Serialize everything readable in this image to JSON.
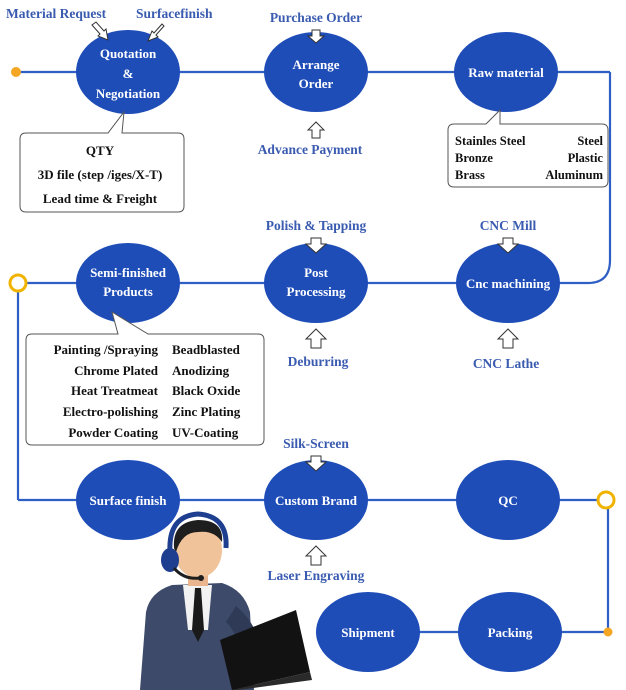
{
  "colors": {
    "node": "#1f4db8",
    "line": "#2f5fc4",
    "label_blue": "#3a5bb0",
    "dot_orange": "#f5a623",
    "ring_yellow": "#f0b400",
    "box_border": "#555555"
  },
  "nodes": {
    "quotation": [
      "Quotation",
      "&",
      "Negotiation"
    ],
    "arrange_order": [
      "Arrange",
      "Order"
    ],
    "raw_material": [
      "Raw material"
    ],
    "cnc_machining": [
      "Cnc machining"
    ],
    "post_processing": [
      "Post",
      "Processing"
    ],
    "semi_finished": [
      "Semi-finished",
      "Products"
    ],
    "surface_finish": [
      "Surface finish"
    ],
    "custom_brand": [
      "Custom  Brand"
    ],
    "qc": [
      "QC"
    ],
    "packing": [
      "Packing"
    ],
    "shipment": [
      "Shipment"
    ]
  },
  "inputs": {
    "material_request": "Material Request",
    "surfacefinish": "Surfacefinish",
    "purchase_order": "Purchase Order",
    "advance_payment": "Advance  Payment",
    "polish_tapping": "Polish & Tapping",
    "deburring": "Deburring",
    "cnc_mill": "CNC  Mill",
    "cnc_lathe": "CNC  Lathe",
    "silk_screen": "Silk-Screen",
    "laser_engraving": "Laser Engraving"
  },
  "quote_box": {
    "lines": [
      "QTY",
      "3D file (step /iges/X-T)",
      "Lead time &  Freight"
    ]
  },
  "materials_box": {
    "rows": [
      [
        "Stainles Steel",
        "Steel"
      ],
      [
        "Bronze",
        "Plastic"
      ],
      [
        "Brass",
        "Aluminum"
      ]
    ]
  },
  "finish_box": {
    "rows": [
      [
        "Painting /Spraying",
        "Beadblasted"
      ],
      [
        "Chrome Plated",
        "Anodizing"
      ],
      [
        "Heat Treatmeat",
        "Black Oxide"
      ],
      [
        "Electro-polishing",
        "Zinc Plating"
      ],
      [
        "Powder Coating",
        "UV-Coating"
      ]
    ]
  }
}
